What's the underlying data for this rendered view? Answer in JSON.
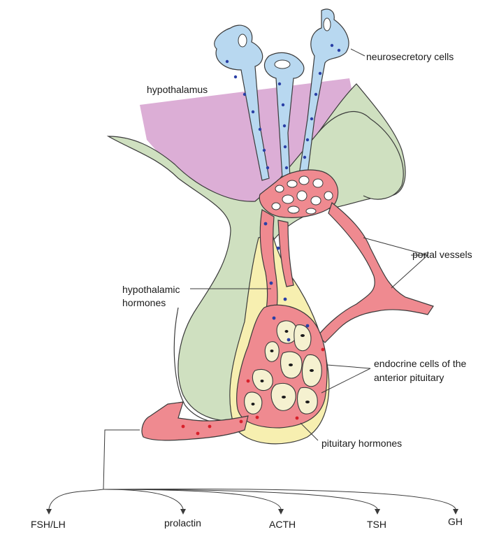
{
  "labels": {
    "neurosecretory_cells": "neurosecretory cells",
    "hypothalamus": "hypothalamus",
    "portal_vessels": "portal vessels",
    "hypothalamic_hormones_line1": "hypothalamic",
    "hypothalamic_hormones_line2": "hormones",
    "endocrine_cells_line1": "endocrine cells of the",
    "endocrine_cells_line2": "anterior pituitary",
    "pituitary_hormones": "pituitary hormones"
  },
  "outputs": [
    "FSH/LH",
    "prolactin",
    "ACTH",
    "TSH",
    "GH"
  ],
  "colors": {
    "hypothalamus_fill": "#dcaed6",
    "tissue_fill": "#cfe0c0",
    "neuron_fill": "#b8d8f0",
    "vessel_fill": "#ef8a90",
    "pituitary_fill": "#f7efb0",
    "hormone_dot_blue": "#2a3fa6",
    "hormone_dot_red": "#d8202a",
    "outline": "#3a3a3a"
  }
}
